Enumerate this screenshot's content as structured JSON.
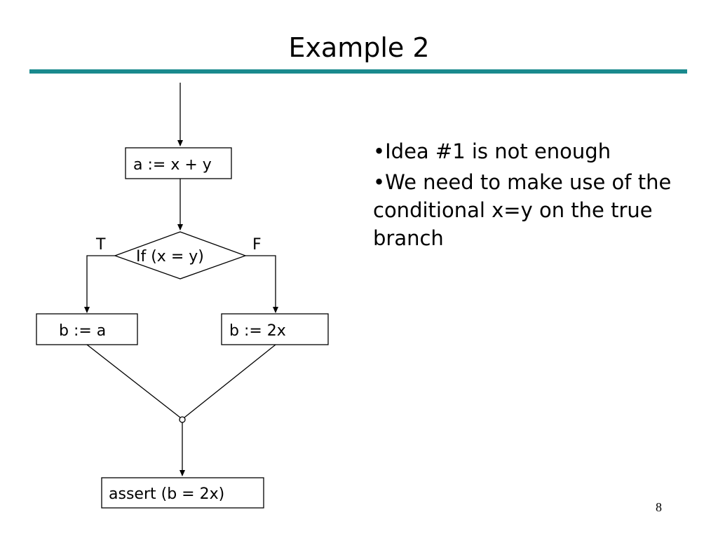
{
  "slide": {
    "title": "Example 2",
    "number": "8",
    "accent_color": "#1a8a8e"
  },
  "flowchart": {
    "nodes": {
      "assign_a": "a := x + y",
      "condition": "If (x = y)",
      "true_assign": "b := a",
      "false_assign": "b := 2x",
      "assertion": "assert (b = 2x)"
    },
    "edge_labels": {
      "true": "T",
      "false": "F"
    }
  },
  "bullets": [
    "•Idea #1 is not enough",
    "•We need to make use of the conditional x=y on the true branch"
  ]
}
